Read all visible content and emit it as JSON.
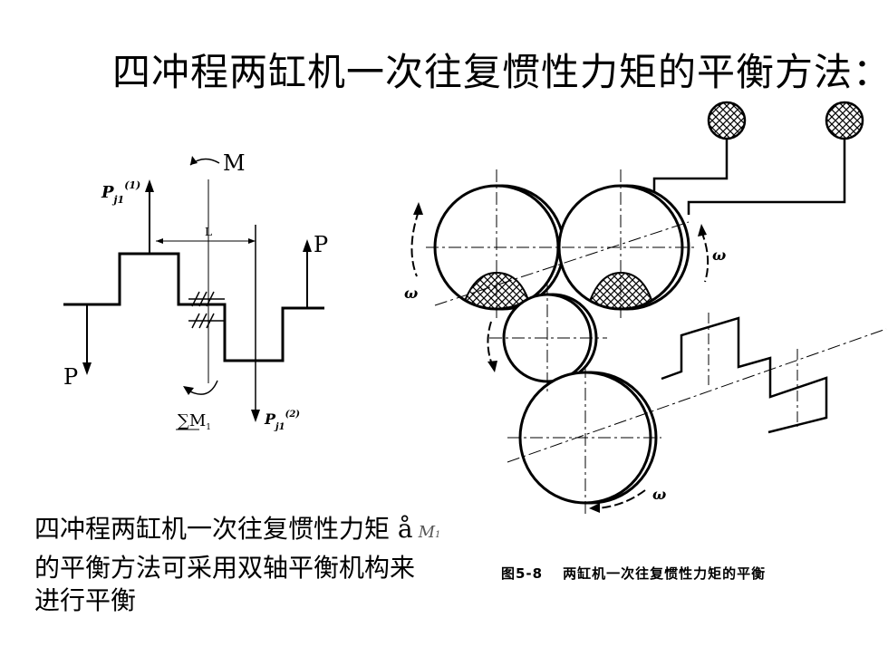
{
  "title": "四冲程两缸机一次往复惯性力矩的平衡方法：",
  "left_diagram": {
    "label_M": "M",
    "label_P_top": "P",
    "label_P_bottom": "P",
    "label_L": "L",
    "label_F1": "P",
    "label_F1_sub": "j1",
    "label_F1_sup": "(1)",
    "label_F2": "P",
    "label_F2_sub": "j1",
    "label_F2_sup": "(2)",
    "label_sum": "∑M",
    "label_sum_sub": "1"
  },
  "right_diagram": {
    "omega_left": "ω",
    "omega_right": "ω",
    "omega_bottom": "ω"
  },
  "body": {
    "line1": "四冲程两缸机一次往复惯性力矩 å",
    "line1_symbol": "M",
    "line1_symbol_sub": "1",
    "line2": "的平衡方法可采用双轴平衡机构来",
    "line3": "进行平衡"
  },
  "caption": {
    "number": "图5-8",
    "text": "两缸机一次往复惯性力矩的平衡"
  }
}
